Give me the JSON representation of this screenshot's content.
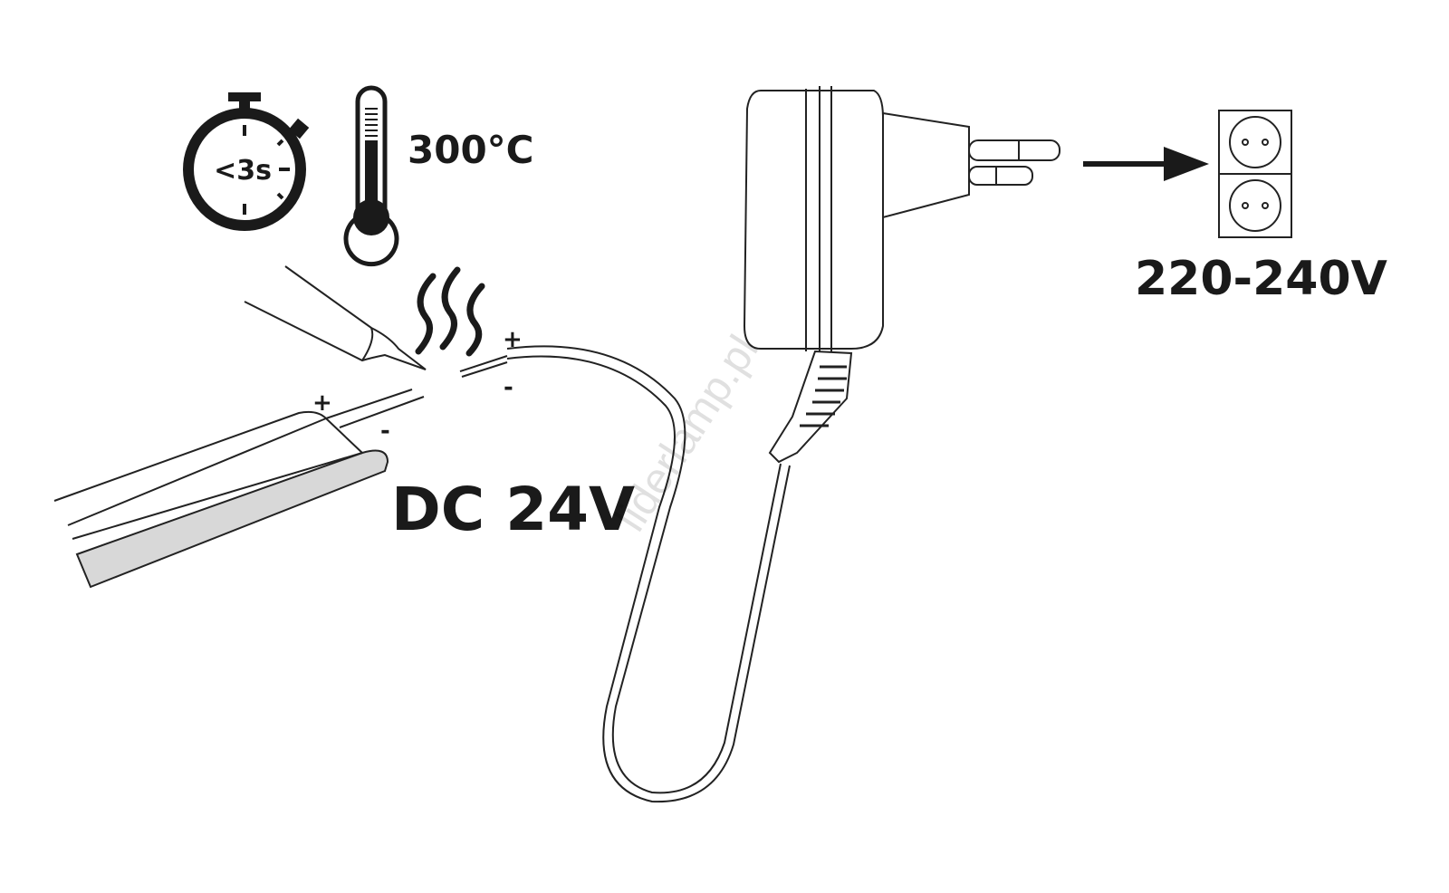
{
  "timer": {
    "label": "<3s"
  },
  "thermometer": {
    "label": "300°C"
  },
  "wire_end": {
    "plus": "+",
    "minus": "-"
  },
  "strip": {
    "plus": "+",
    "minus": "-"
  },
  "voltage_dc": "DC 24V",
  "voltage_ac": "220-240V",
  "watermark": "liderlamp.pl",
  "colors": {
    "ink": "#1a1a1a",
    "strip_fill": "#d8d8d8"
  }
}
